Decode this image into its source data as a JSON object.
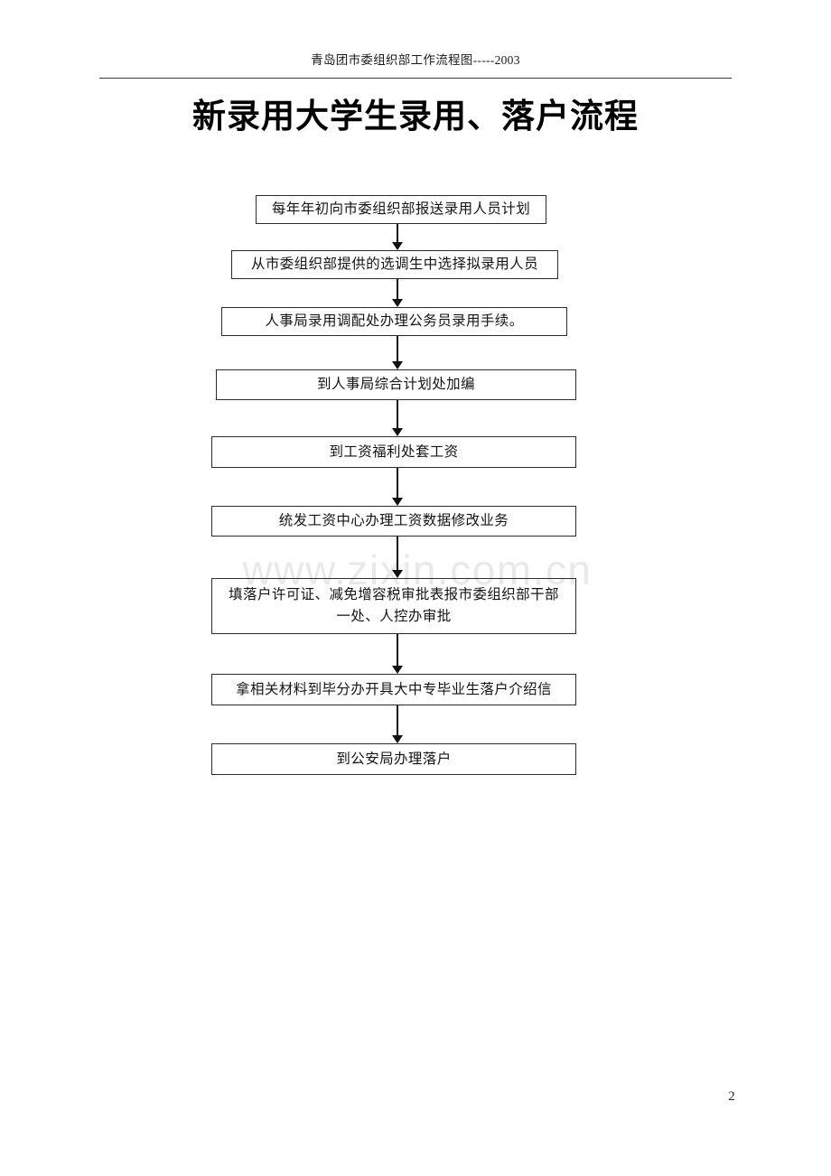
{
  "header": {
    "running_title": "青岛团市委组织部工作流程图-----2003"
  },
  "title": "新录用大学生录用、落户流程",
  "watermark": "www.zixin.com.cn",
  "footer": {
    "page_number": "2"
  },
  "flowchart": {
    "type": "flowchart",
    "orientation": "vertical",
    "node_count": 9,
    "nodes": [
      {
        "id": "step-1",
        "label": "每年年初向市委组织部报送录用人员计划"
      },
      {
        "id": "step-2",
        "label": "从市委组织部提供的选调生中选择拟录用人员"
      },
      {
        "id": "step-3",
        "label": "人事局录用调配处办理公务员录用手续。"
      },
      {
        "id": "step-4",
        "label": "到人事局综合计划处加编"
      },
      {
        "id": "step-5",
        "label": "到工资福利处套工资"
      },
      {
        "id": "step-6",
        "label": "统发工资中心办理工资数据修改业务"
      },
      {
        "id": "step-7",
        "label": "填落户许可证、减免增容税审批表报市委组织部干部\n一处、人控办审批"
      },
      {
        "id": "step-8",
        "label": "拿相关材料到毕分办开具大中专毕业生落户介绍信"
      },
      {
        "id": "step-9",
        "label": "到公安局办理落户"
      }
    ],
    "connectors": [
      {
        "id": "arrow-1-2",
        "from": "step-1",
        "to": "step-2",
        "style": "down-arrow"
      },
      {
        "id": "arrow-2-3",
        "from": "step-2",
        "to": "step-3",
        "style": "down-arrow"
      },
      {
        "id": "arrow-3-4",
        "from": "step-3",
        "to": "step-4",
        "style": "down-arrow"
      },
      {
        "id": "arrow-4-5",
        "from": "step-4",
        "to": "step-5",
        "style": "down-arrow"
      },
      {
        "id": "arrow-5-6",
        "from": "step-5",
        "to": "step-6",
        "style": "down-arrow"
      },
      {
        "id": "arrow-6-7",
        "from": "step-6",
        "to": "step-7",
        "style": "down-arrow"
      },
      {
        "id": "arrow-7-8",
        "from": "step-7",
        "to": "step-8",
        "style": "down-arrow"
      },
      {
        "id": "arrow-8-9",
        "from": "step-8",
        "to": "step-9",
        "style": "down-arrow"
      }
    ]
  },
  "colors": {
    "text": "#141414",
    "box_border": "#2b2b2b",
    "connector": "#111111",
    "watermark": "#e9e9ec",
    "rule": "#3a3a3a"
  }
}
